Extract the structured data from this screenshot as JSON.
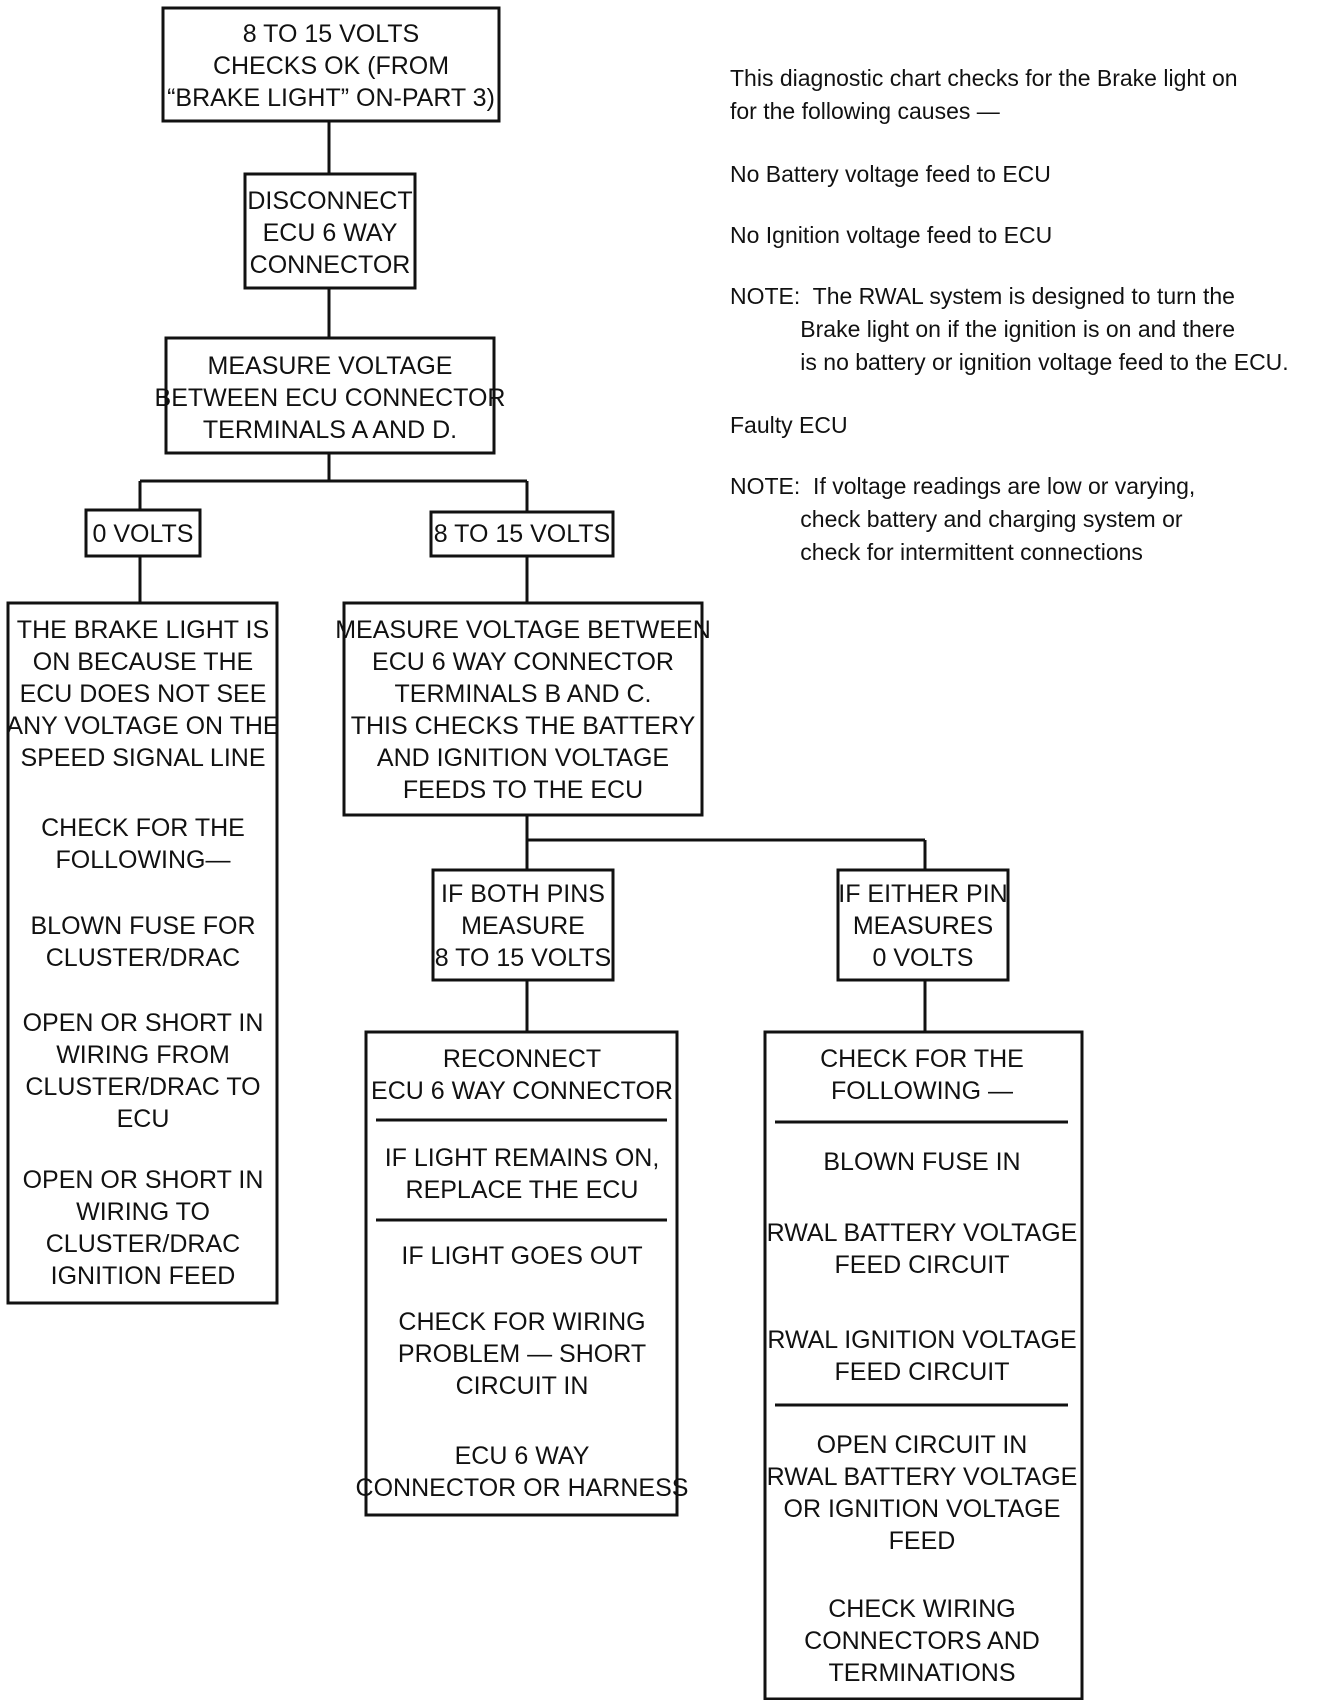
{
  "boxes": {
    "start": [
      "8 TO 15 VOLTS",
      "CHECKS OK (FROM",
      "“BRAKE LIGHT” ON-PART 3)"
    ],
    "disconnect": [
      "DISCONNECT",
      "ECU 6 WAY",
      "CONNECTOR"
    ],
    "measure_ad": [
      "MEASURE VOLTAGE",
      "BETWEEN ECU CONNECTOR",
      "TERMINALS A AND D."
    ],
    "zero_volts": [
      "0 VOLTS"
    ],
    "eight_fifteen": [
      "8 TO 15 VOLTS"
    ],
    "brake_light_left": {
      "sections": [
        [
          "THE BRAKE LIGHT IS",
          "ON BECAUSE THE",
          "ECU DOES NOT SEE",
          "ANY VOLTAGE ON THE",
          "SPEED SIGNAL LINE"
        ],
        [
          "CHECK FOR THE",
          "FOLLOWING—"
        ],
        [
          "BLOWN FUSE FOR",
          "CLUSTER/DRAC"
        ],
        [
          "OPEN OR SHORT IN",
          "WIRING FROM",
          "CLUSTER/DRAC TO",
          "ECU"
        ],
        [
          "OPEN OR SHORT IN",
          "WIRING TO",
          "CLUSTER/DRAC",
          "IGNITION FEED"
        ]
      ]
    },
    "measure_bc": [
      "MEASURE VOLTAGE BETWEEN",
      "ECU 6 WAY CONNECTOR",
      "TERMINALS B AND C.",
      "THIS CHECKS THE BATTERY",
      "AND IGNITION VOLTAGE",
      "FEEDS TO THE ECU"
    ],
    "both_pins": [
      "IF BOTH PINS",
      "MEASURE",
      "8 TO 15 VOLTS"
    ],
    "either_pin": [
      "IF EITHER PIN",
      "MEASURES",
      "0 VOLTS"
    ],
    "reconnect": {
      "part1": [
        "RECONNECT",
        "ECU 6 WAY CONNECTOR"
      ],
      "part2": [
        "IF LIGHT REMAINS ON,",
        "REPLACE THE ECU"
      ],
      "part3a": [
        "IF LIGHT GOES OUT"
      ],
      "part3b": [
        "CHECK FOR WIRING",
        "PROBLEM — SHORT",
        "CIRCUIT IN"
      ],
      "part3c": [
        "ECU 6 WAY",
        "CONNECTOR OR HARNESS"
      ]
    },
    "check_right": {
      "part1": [
        "CHECK FOR THE",
        "FOLLOWING —"
      ],
      "part2a": [
        "BLOWN FUSE IN"
      ],
      "part2b": [
        "RWAL BATTERY VOLTAGE",
        "FEED CIRCUIT"
      ],
      "part2c": [
        "RWAL IGNITION VOLTAGE",
        "FEED CIRCUIT"
      ],
      "part3a": [
        "OPEN CIRCUIT IN",
        "RWAL BATTERY VOLTAGE",
        "OR IGNITION VOLTAGE",
        "FEED"
      ],
      "part3b": [
        "CHECK WIRING",
        "CONNECTORS AND",
        "TERMINATIONS"
      ]
    }
  },
  "notes": {
    "intro": "This diagnostic chart checks for the Brake light on\nfor the following causes —",
    "cause1": "No Battery voltage feed to ECU",
    "cause2": "No Ignition voltage feed to ECU",
    "note1": "NOTE:  The RWAL system is designed to turn the\n           Brake light on if the ignition is on and there\n           is no battery or ignition voltage feed to the ECU.",
    "cause3": "Faulty ECU",
    "note2": "NOTE:  If voltage readings are low or varying,\n           check battery and charging system or\n           check for intermittent connections"
  }
}
